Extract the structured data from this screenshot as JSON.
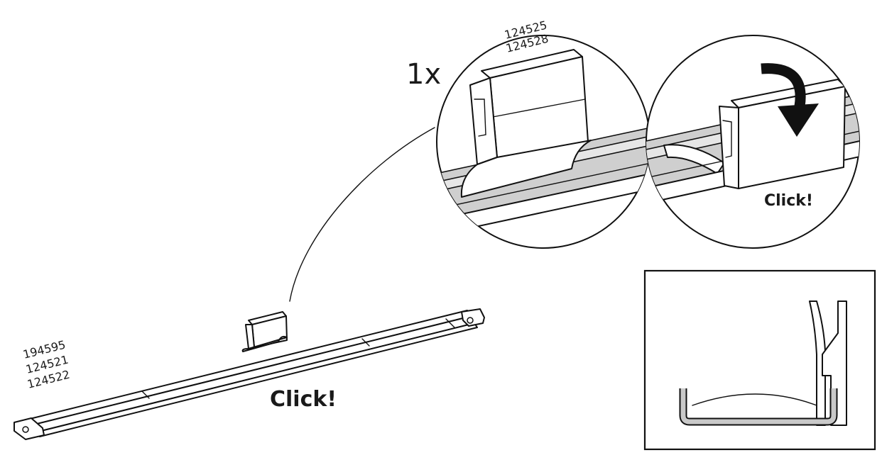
{
  "quantity_label": "1x",
  "clip_part_numbers": [
    "124525",
    "124528"
  ],
  "rail_part_numbers": [
    "194595",
    "124521",
    "124522"
  ],
  "detail_click_label": "Click!",
  "main_click_label": "Click!",
  "icons": {
    "arrow": "curved-arrow-down-icon"
  }
}
